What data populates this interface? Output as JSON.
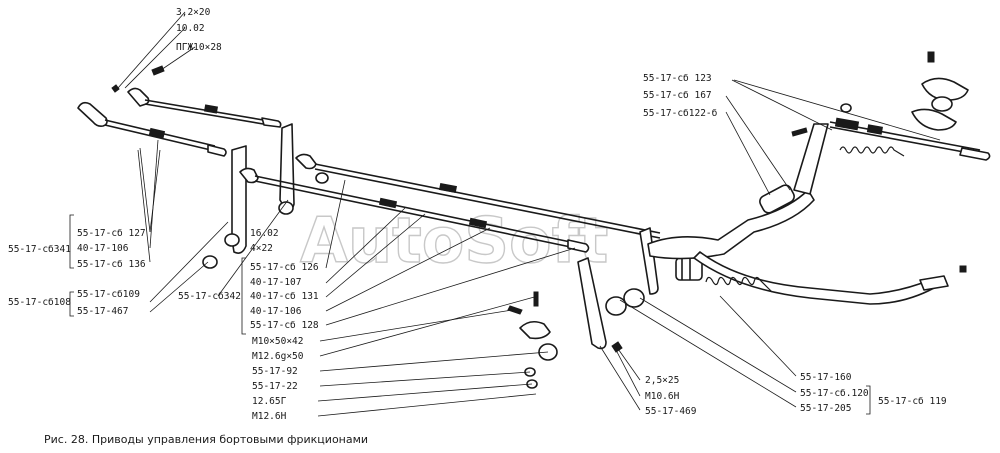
{
  "watermark": "AutoSoft",
  "caption": "Рис. 28. Приводы управления бортовыми фрикционами",
  "labels": {
    "l01": "3,2×20",
    "l02": "10.02",
    "l03": "ПГЖ10×28",
    "l04": "55-17-сб 123",
    "l05": "55-17-сб 167",
    "l06": "55-17-сб122-б",
    "l07": "55-17-сб341",
    "l08": "55-17-сб 127",
    "l09": "40-17-106",
    "l10": "55-17-сб 136",
    "l11": "16.02",
    "l12": "4×22",
    "l13": "55-17-сб108",
    "l14": "55-17-сб109",
    "l15": "55-17-467",
    "l16": "55-17-сб342",
    "l17": "55-17-сб 126",
    "l18": "40-17-107",
    "l19": "40-17-сб 131",
    "l20": "40-17-106",
    "l21": "55-17-сб 128",
    "l22": "М10×50×42",
    "l23": "М12.6g×50",
    "l24": "55-17-92",
    "l25": "55-17-22",
    "l26": "12.65Г",
    "l27": "М12.6Н",
    "l28": "2,5×25",
    "l29": "М10.6Н",
    "l30": "55-17-469",
    "l31": "55-17-160",
    "l32": "55-17-сб.120",
    "l33": "55-17-205",
    "l34": "55-17-сб 119"
  }
}
